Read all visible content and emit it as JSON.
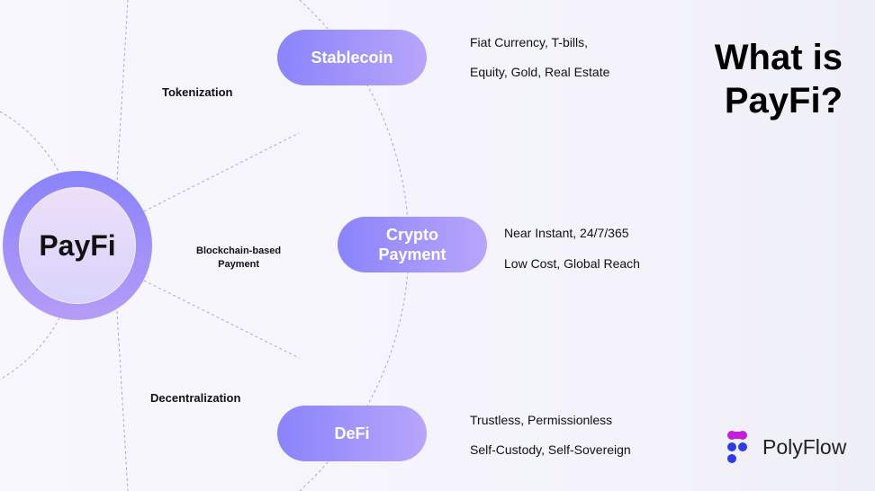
{
  "title": "What is PayFi?",
  "center": "PayFi",
  "ring_labels": {
    "tokenization": "Tokenization",
    "payment_line1": "Blockchain-based",
    "payment_line2": "Payment",
    "decentralization": "Decentralization"
  },
  "pills": {
    "stablecoin": "Stablecoin",
    "crypto_line1": "Crypto",
    "crypto_line2": "Payment",
    "defi": "DeFi"
  },
  "descriptions": {
    "stablecoin": [
      "Fiat Currency, T-bills,",
      "Equity, Gold, Real Estate"
    ],
    "crypto": [
      "Near Instant, 24/7/365",
      "Low Cost, Global Reach"
    ],
    "defi": [
      "Trustless, Permissionless",
      "Self-Custody, Self-Sovereign"
    ]
  },
  "brand": {
    "name": "PolyFlow",
    "colors": {
      "magenta": "#c41fd8",
      "blue": "#2f3be6"
    }
  },
  "accent": "#8a83fb"
}
